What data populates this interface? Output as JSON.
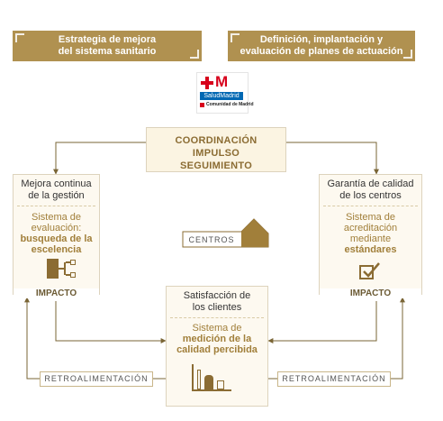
{
  "banners": {
    "left": [
      "Estrategia de mejora",
      "del  sistema sanitario"
    ],
    "right": [
      "Definición, implantación y",
      "evaluación de planes de actuación"
    ]
  },
  "logo": {
    "brand": "SaludMadrid",
    "org": "Comunidad de Madrid"
  },
  "center": {
    "lines": [
      "COORDINACIÓN",
      "IMPULSO",
      "SEGUIMIENTO"
    ]
  },
  "left_box": {
    "header": [
      "Mejora continua",
      "de la gestión"
    ],
    "sub": [
      "Sistema de",
      "evaluación:"
    ],
    "sub_bold": [
      "busqueda de la",
      "escelencia"
    ],
    "impact": "IMPACTO"
  },
  "right_box": {
    "header": [
      "Garantía de calidad",
      "de los centros"
    ],
    "sub": [
      "Sistema de",
      "acreditación",
      "mediante"
    ],
    "sub_bold": [
      "estándares"
    ],
    "impact": "IMPACTO"
  },
  "bottom_box": {
    "header": [
      "Satisfacción de",
      "los clientes"
    ],
    "sub": [
      "Sistema de"
    ],
    "sub_bold": [
      "medición de la",
      "calidad percibida"
    ]
  },
  "centros": "CENTROS",
  "feedback": {
    "left": "RETROALIMENTACIÓN",
    "right": "RETROALIMENTACIÓN"
  },
  "colors": {
    "gold": "#b09150",
    "brown": "#8b6c33",
    "box_bg": "#fdf9f0",
    "red": "#d7001b"
  }
}
